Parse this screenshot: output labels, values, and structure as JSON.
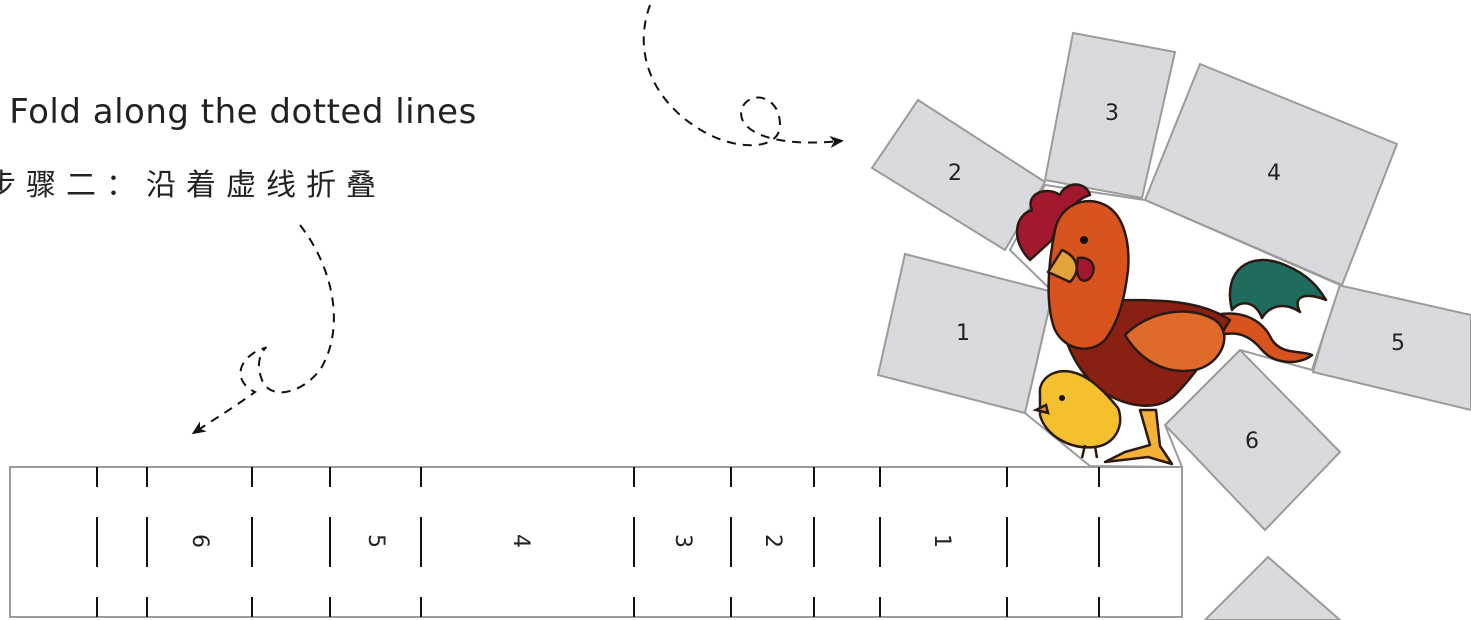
{
  "instructions": {
    "step_en": ": Fold along the dotted lines",
    "step_zh": "步骤二：沿着虚线折叠"
  },
  "strip": {
    "panel_labels": [
      "6",
      "5",
      "4",
      "3",
      "2",
      "1"
    ]
  },
  "wheel": {
    "panel_labels": [
      "1",
      "2",
      "3",
      "4",
      "5",
      "6"
    ]
  },
  "colors": {
    "panel_fill": "#d8dadd",
    "panel_stroke": "#9b9b9b",
    "rooster_body": "#d9531e",
    "rooster_comb": "#a3172f",
    "rooster_tail": "#1f6b5e",
    "chick": "#f4c02d"
  }
}
